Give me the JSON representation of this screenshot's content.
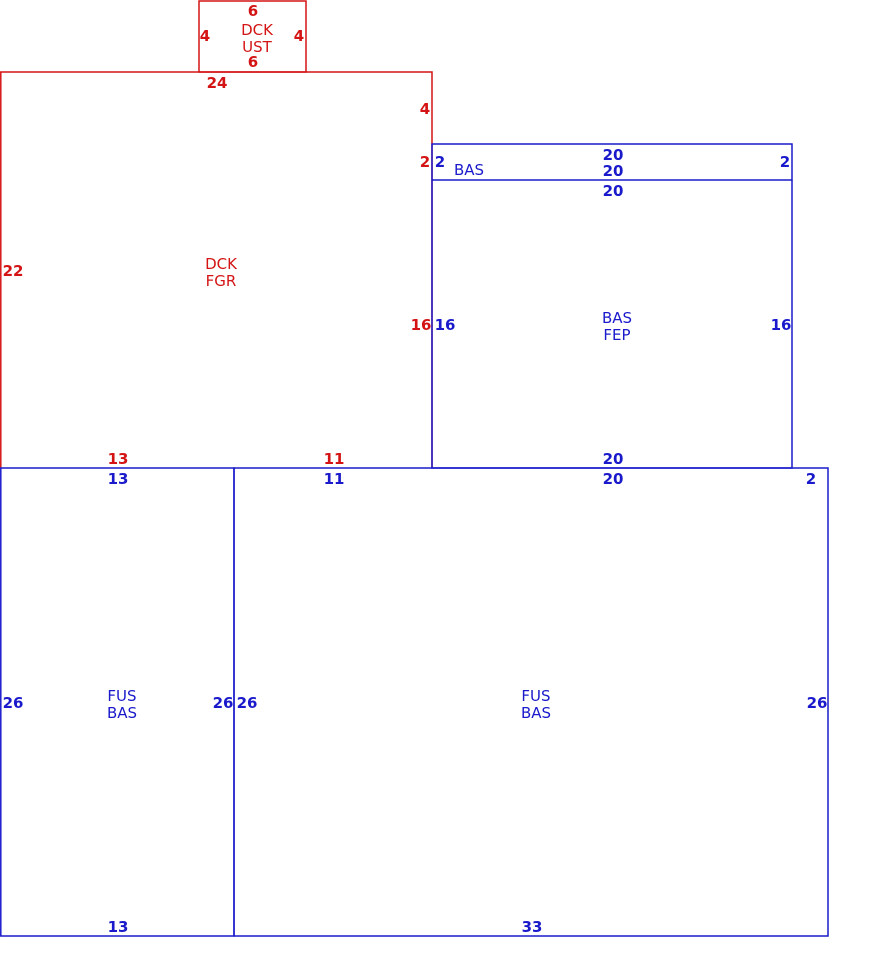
{
  "colors": {
    "red": "#d41414",
    "blue": "#1a1acc"
  },
  "areas": {
    "dck_ust": {
      "line1": "DCK",
      "line2": "UST",
      "top": "6",
      "bottom": "6",
      "left": "4",
      "right": "4"
    },
    "dck_fgr": {
      "line1": "DCK",
      "line2": "FGR",
      "top": "24",
      "top_right_upper": "4",
      "right_notch": "2",
      "left": "22",
      "right": "16",
      "bottom_left": "13",
      "bottom_right": "11"
    },
    "bas_strip": {
      "label": "BAS",
      "left": "2",
      "right": "2",
      "top": "20",
      "bottom": "20"
    },
    "bas_fep": {
      "line1": "BAS",
      "line2": "FEP",
      "top": "20",
      "bottom": "20",
      "left": "16",
      "right": "16"
    },
    "fus_bas_left": {
      "line1": "FUS",
      "line2": "BAS",
      "top": "13",
      "bottom": "13",
      "left": "26",
      "right": "26"
    },
    "fus_bas_right": {
      "line1": "FUS",
      "line2": "BAS",
      "top_left": "11",
      "top_mid": "20",
      "top_right": "2",
      "left": "26",
      "right": "26",
      "bottom": "33"
    }
  }
}
